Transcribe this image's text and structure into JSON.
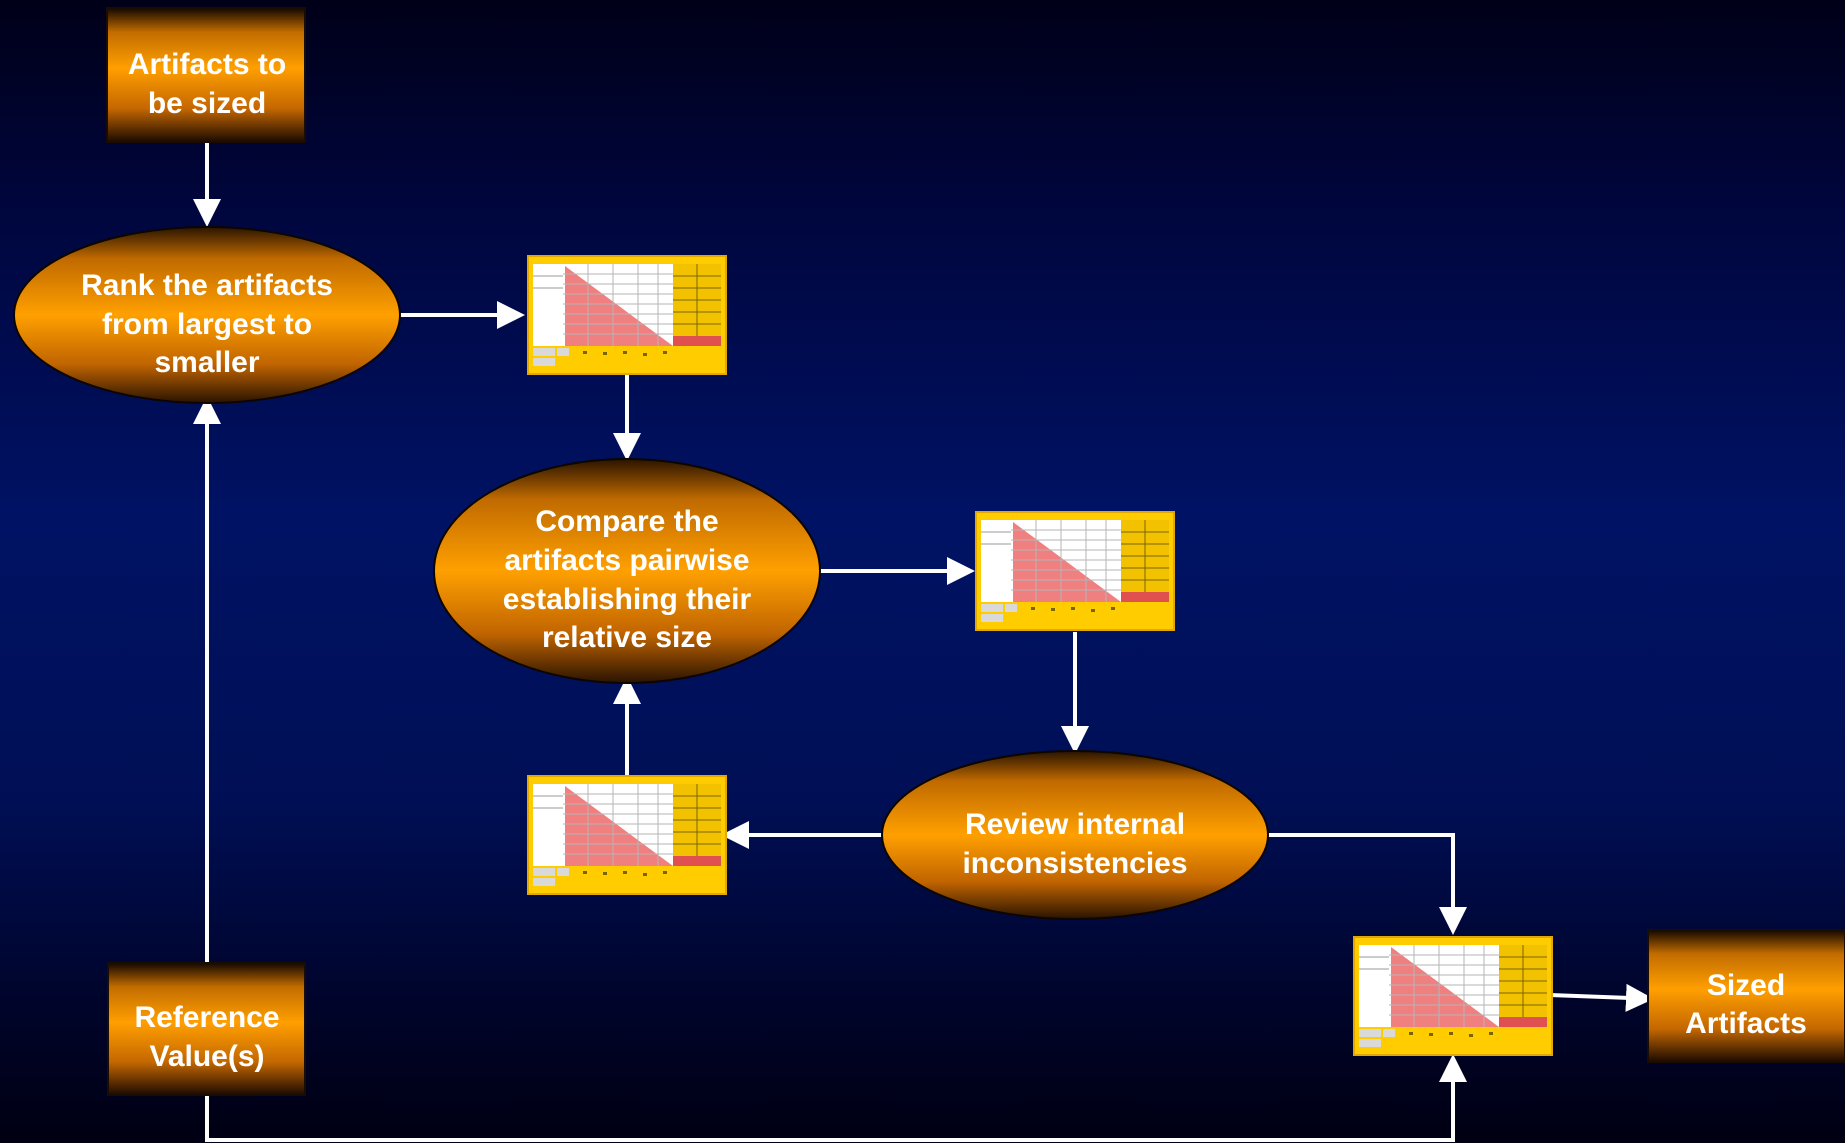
{
  "nodes": {
    "artifacts_to_be_sized": [
      "Artifacts to",
      "be sized"
    ],
    "rank": [
      "Rank the artifacts",
      "from largest to",
      "smaller"
    ],
    "compare": [
      "Compare the",
      "artifacts pairwise",
      "establishing their",
      "relative size"
    ],
    "review": [
      "Review internal",
      "inconsistencies"
    ],
    "reference": [
      "Reference",
      "Value(s)"
    ],
    "sized": [
      "Sized",
      "Artifacts"
    ]
  },
  "colors": {
    "background": "#001264",
    "node_fill_light": "#ffa000",
    "node_fill_dark": "#2a1400",
    "matrix_yellow": "#ffcc00",
    "matrix_red": "#f08080",
    "connector": "#ffffff"
  }
}
